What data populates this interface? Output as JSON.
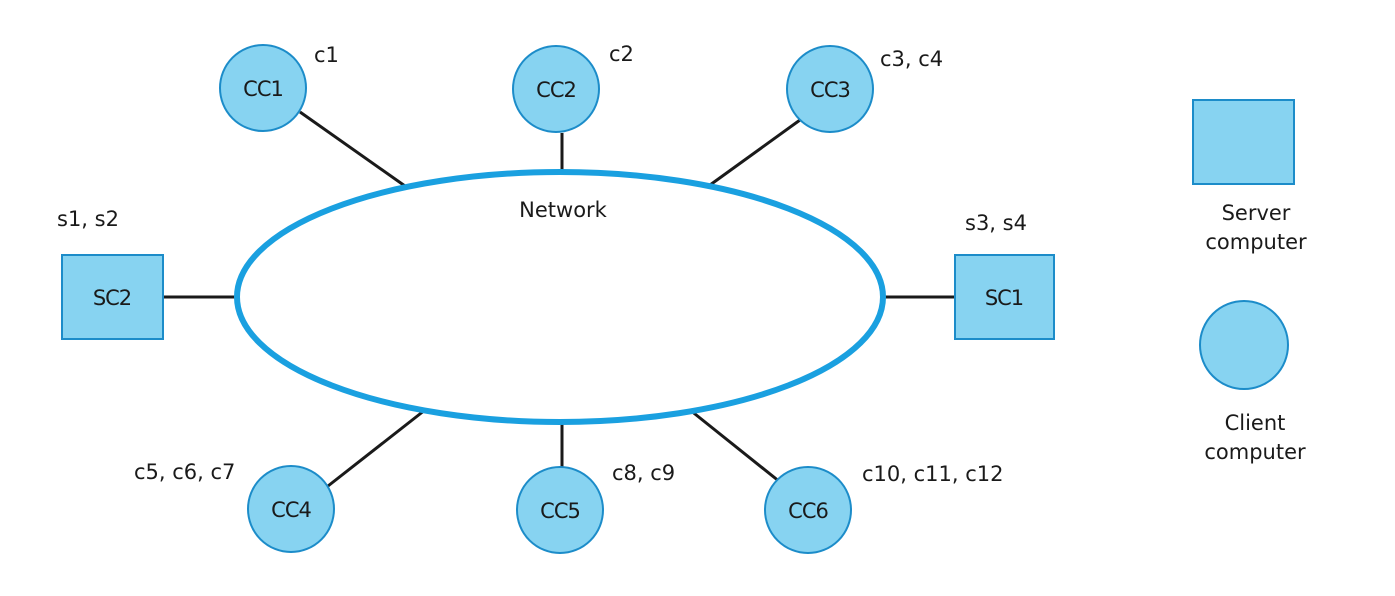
{
  "colors": {
    "node_fill": "#87d3f1",
    "node_stroke": "#1c8cc9",
    "network_stroke": "#1aa0e0",
    "link": "#1a1a1a"
  },
  "network": {
    "label": "Network"
  },
  "clients": [
    {
      "id": "CC1",
      "label": "CC1",
      "annotation": "c1"
    },
    {
      "id": "CC2",
      "label": "CC2",
      "annotation": "c2"
    },
    {
      "id": "CC3",
      "label": "CC3",
      "annotation": "c3, c4"
    },
    {
      "id": "CC4",
      "label": "CC4",
      "annotation": "c5, c6, c7"
    },
    {
      "id": "CC5",
      "label": "CC5",
      "annotation": "c8, c9"
    },
    {
      "id": "CC6",
      "label": "CC6",
      "annotation": "c10, c11, c12"
    }
  ],
  "servers": [
    {
      "id": "SC2",
      "label": "SC2",
      "annotation": "s1, s2"
    },
    {
      "id": "SC1",
      "label": "SC1",
      "annotation": "s3, s4"
    }
  ],
  "legend": {
    "server_line1": "Server",
    "server_line2": "computer",
    "client_line1": "Client",
    "client_line2": "computer"
  }
}
